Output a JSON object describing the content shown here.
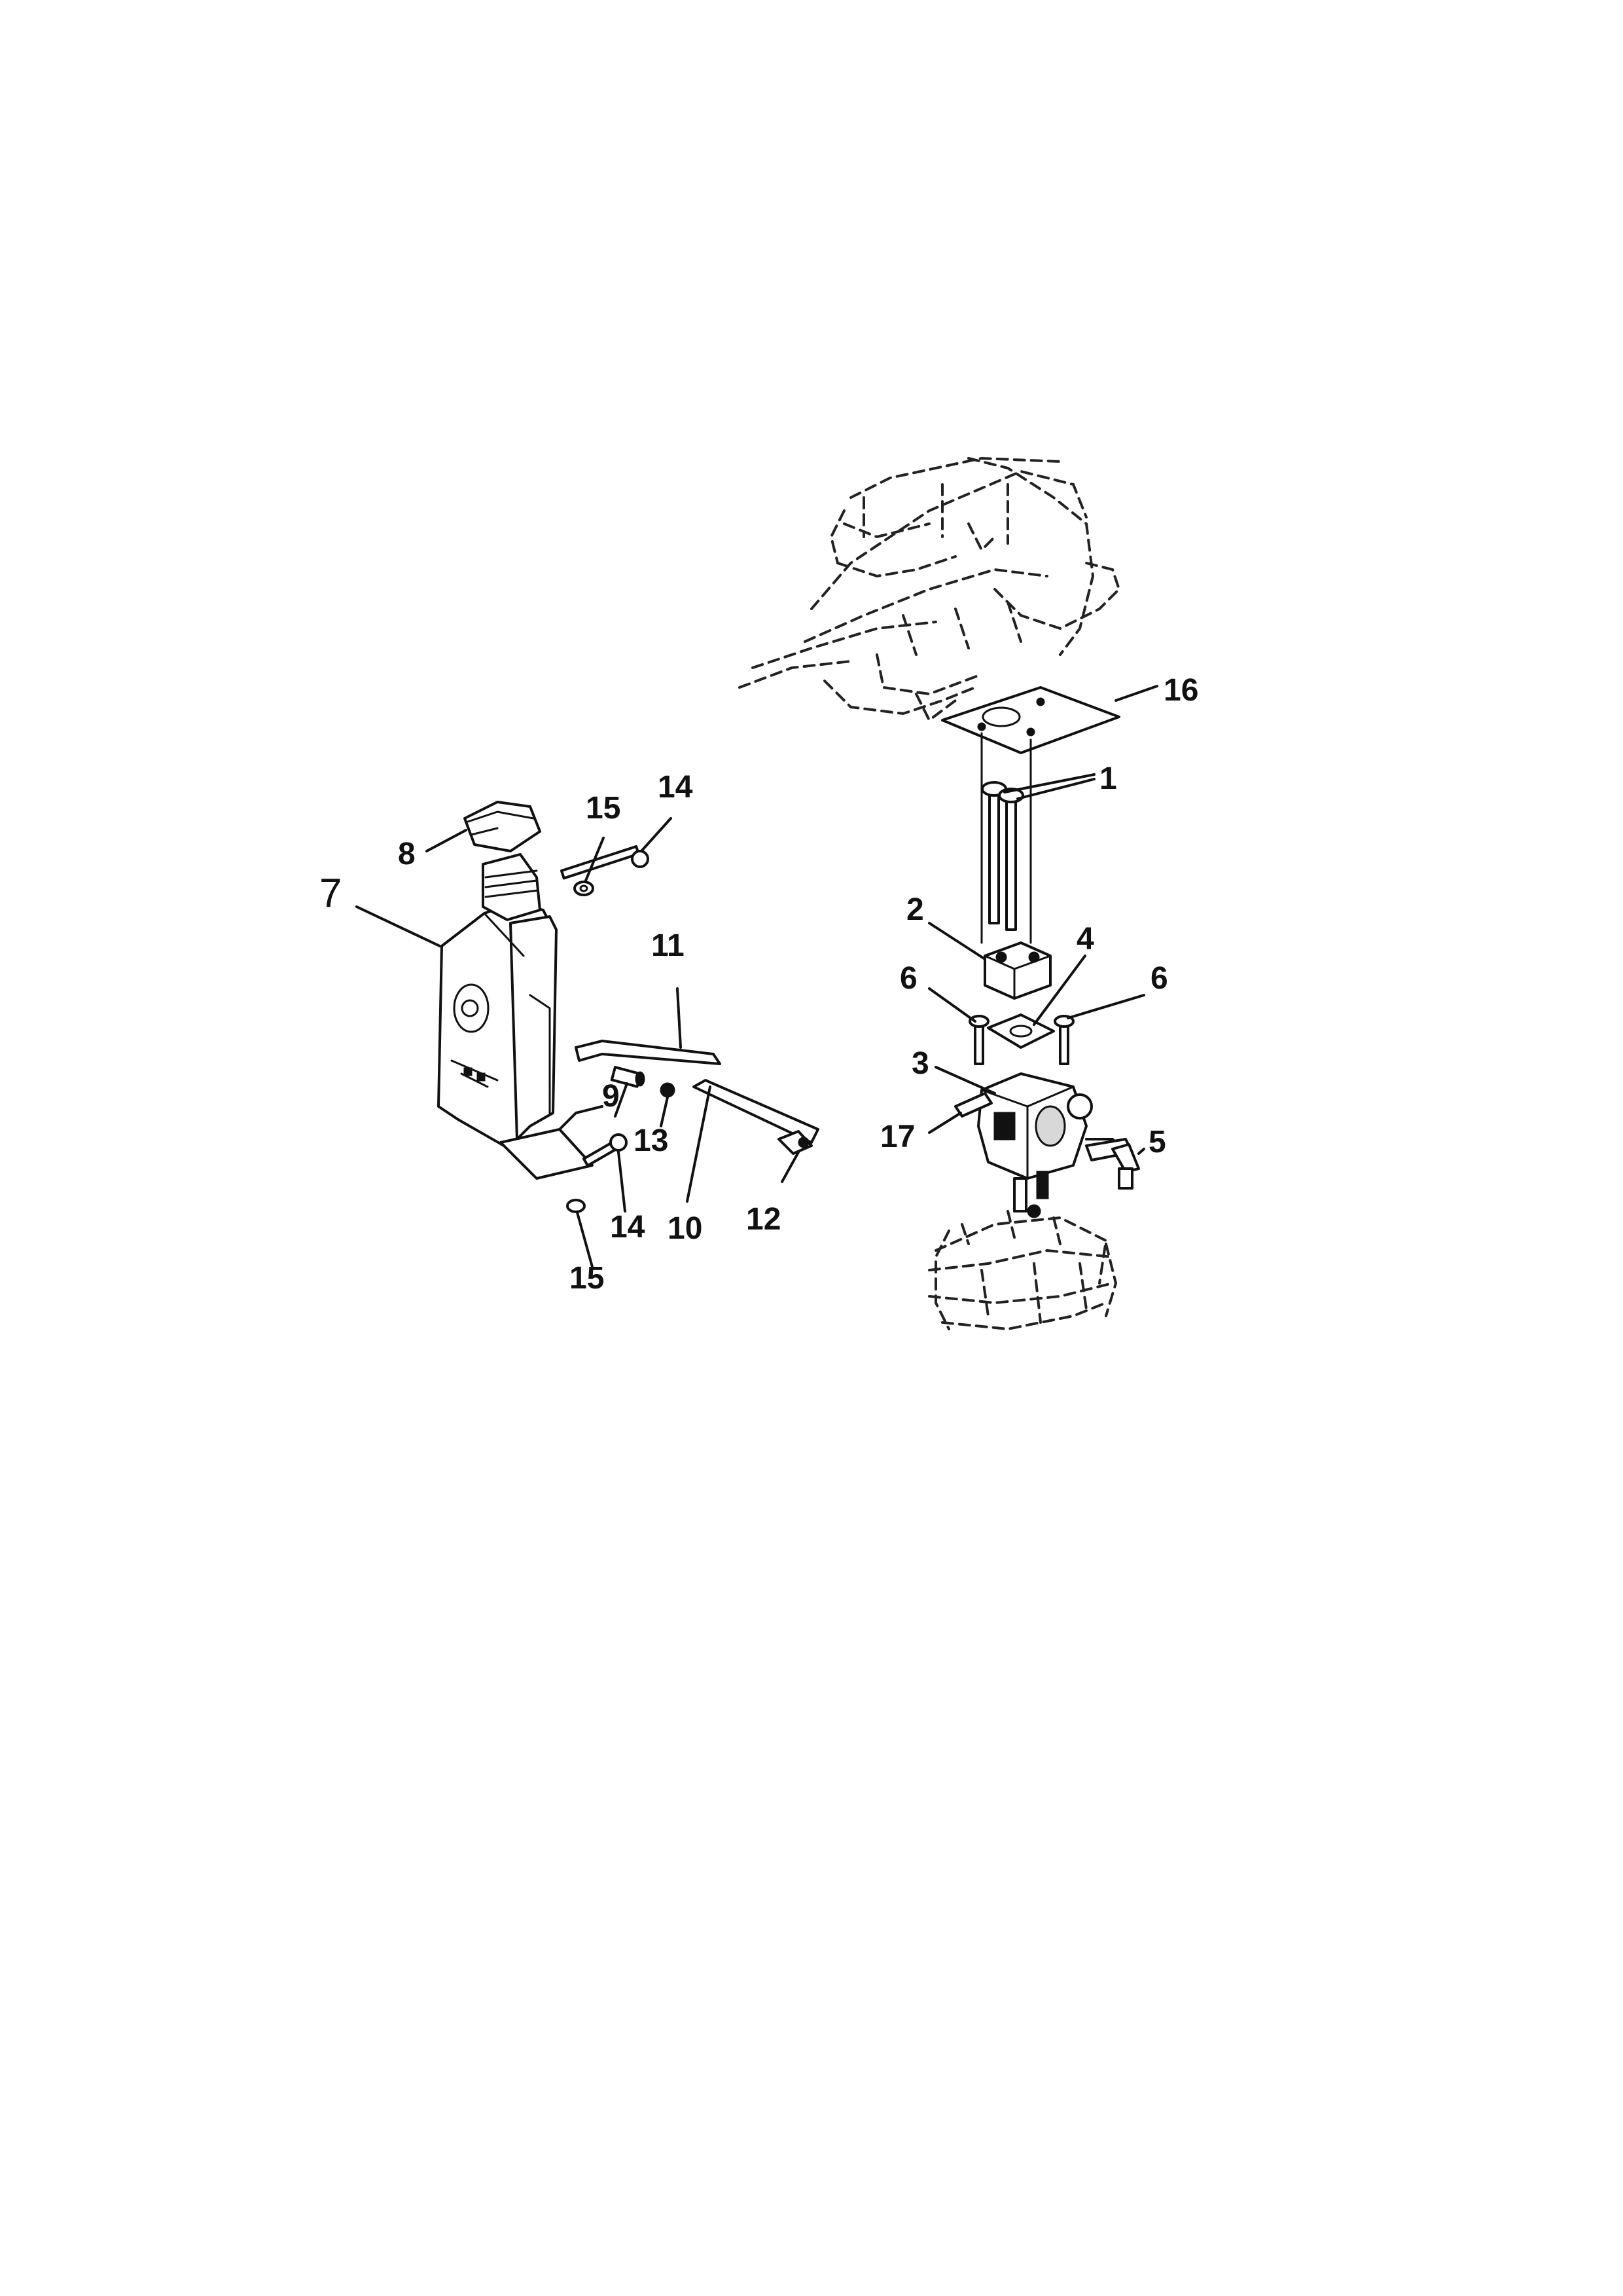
{
  "callouts": {
    "c1": "1",
    "c2": "2",
    "c3": "3",
    "c4": "4",
    "c5": "5",
    "c6a": "6",
    "c6b": "6",
    "c7": "7",
    "c8": "8",
    "c9": "9",
    "c10": "10",
    "c11": "11",
    "c12": "12",
    "c13": "13",
    "c14a": "14",
    "c14b": "14",
    "c15a": "15",
    "c15b": "15",
    "c16": "16",
    "c17": "17"
  }
}
